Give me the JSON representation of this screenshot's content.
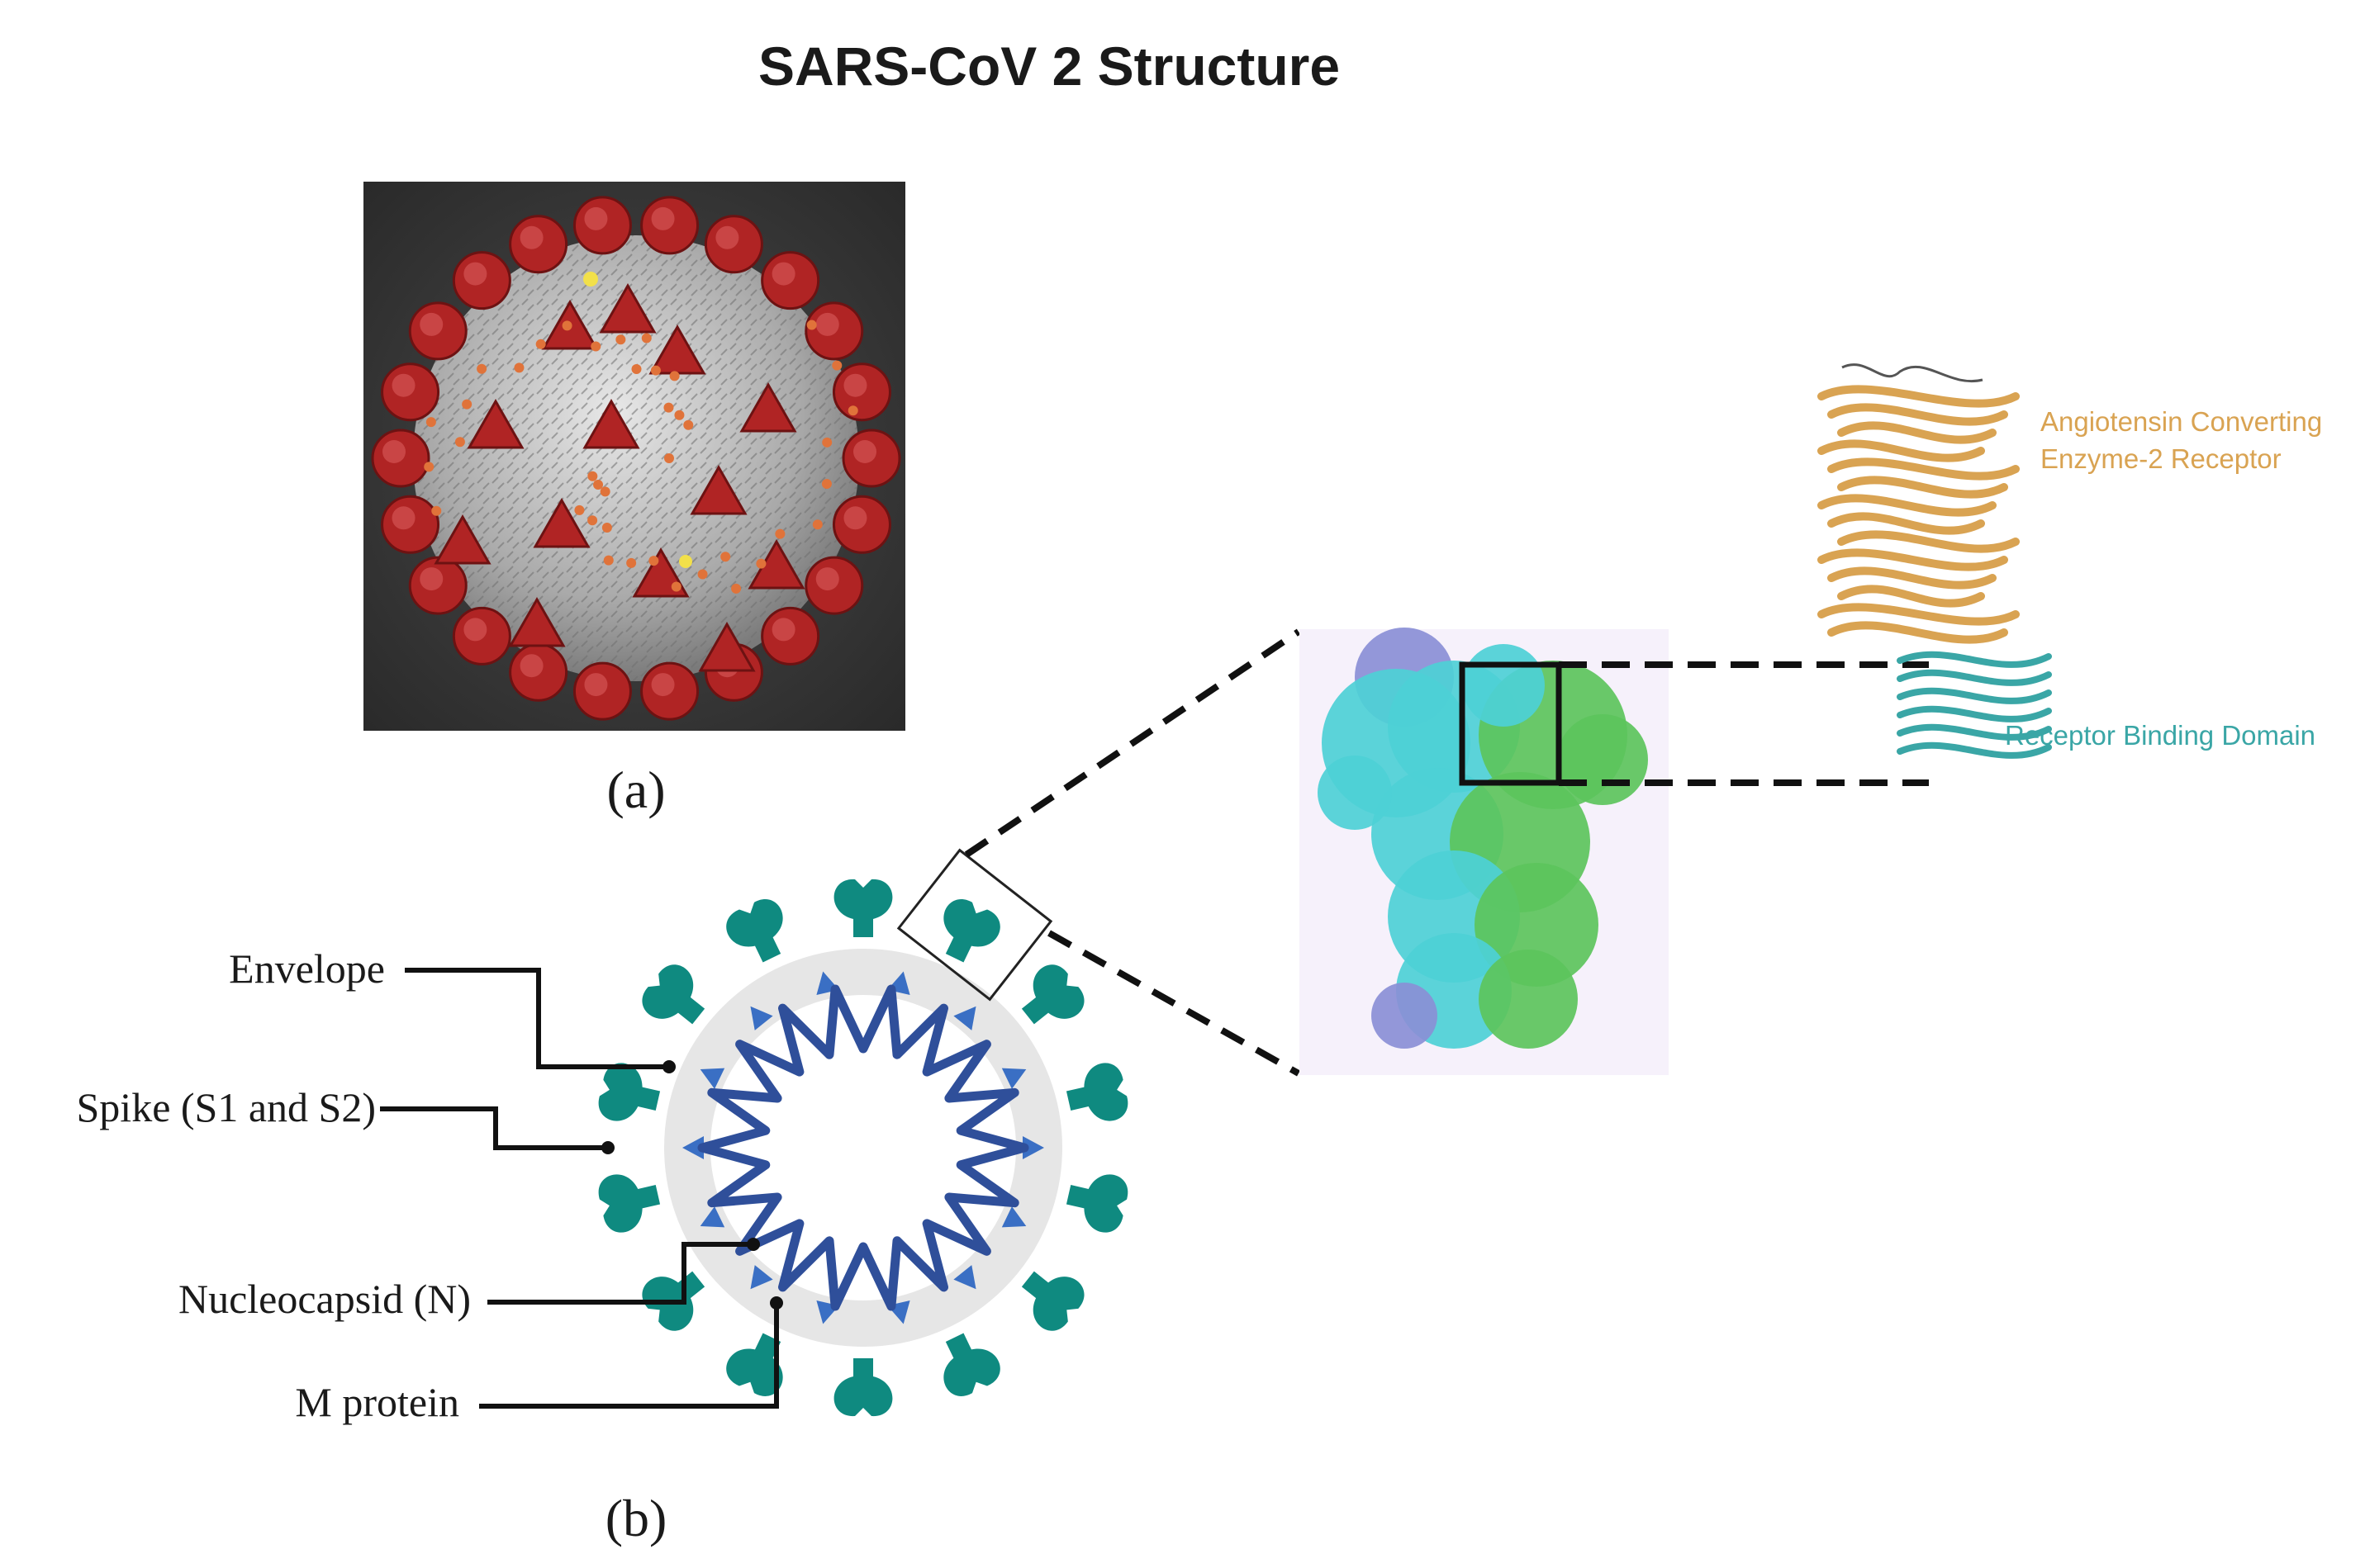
{
  "title": "SARS-CoV 2 Structure",
  "panel_labels": {
    "a": "(a)",
    "b": "(b)"
  },
  "virus_labels": {
    "envelope": "Envelope",
    "spike": "Spike (S1 and S2)",
    "nucleocapsid": "Nucleocapsid (N)",
    "m_protein": "M protein"
  },
  "receptor_labels": {
    "ace2_line1": "Angiotensin Converting",
    "ace2_line2": "Enzyme-2 Receptor",
    "rbd": "Receptor Binding Domain"
  },
  "colors": {
    "title": "#1a1a1a",
    "ace2": "#d9a352",
    "rbd": "#3aa6a6",
    "spike_teal": "#0f8a80",
    "m_protein_blue": "#3a6fc4",
    "rna": "#2f4f9a",
    "envelope_gray": "#e6e6e6",
    "virion_red": "#b02424",
    "virion_bg": "#333333",
    "spike_cyan": "#4dd0d6",
    "spike_green": "#5cc45c",
    "spike_purple": "#8a8fd6",
    "panel_bg": "#f6f1fb"
  }
}
